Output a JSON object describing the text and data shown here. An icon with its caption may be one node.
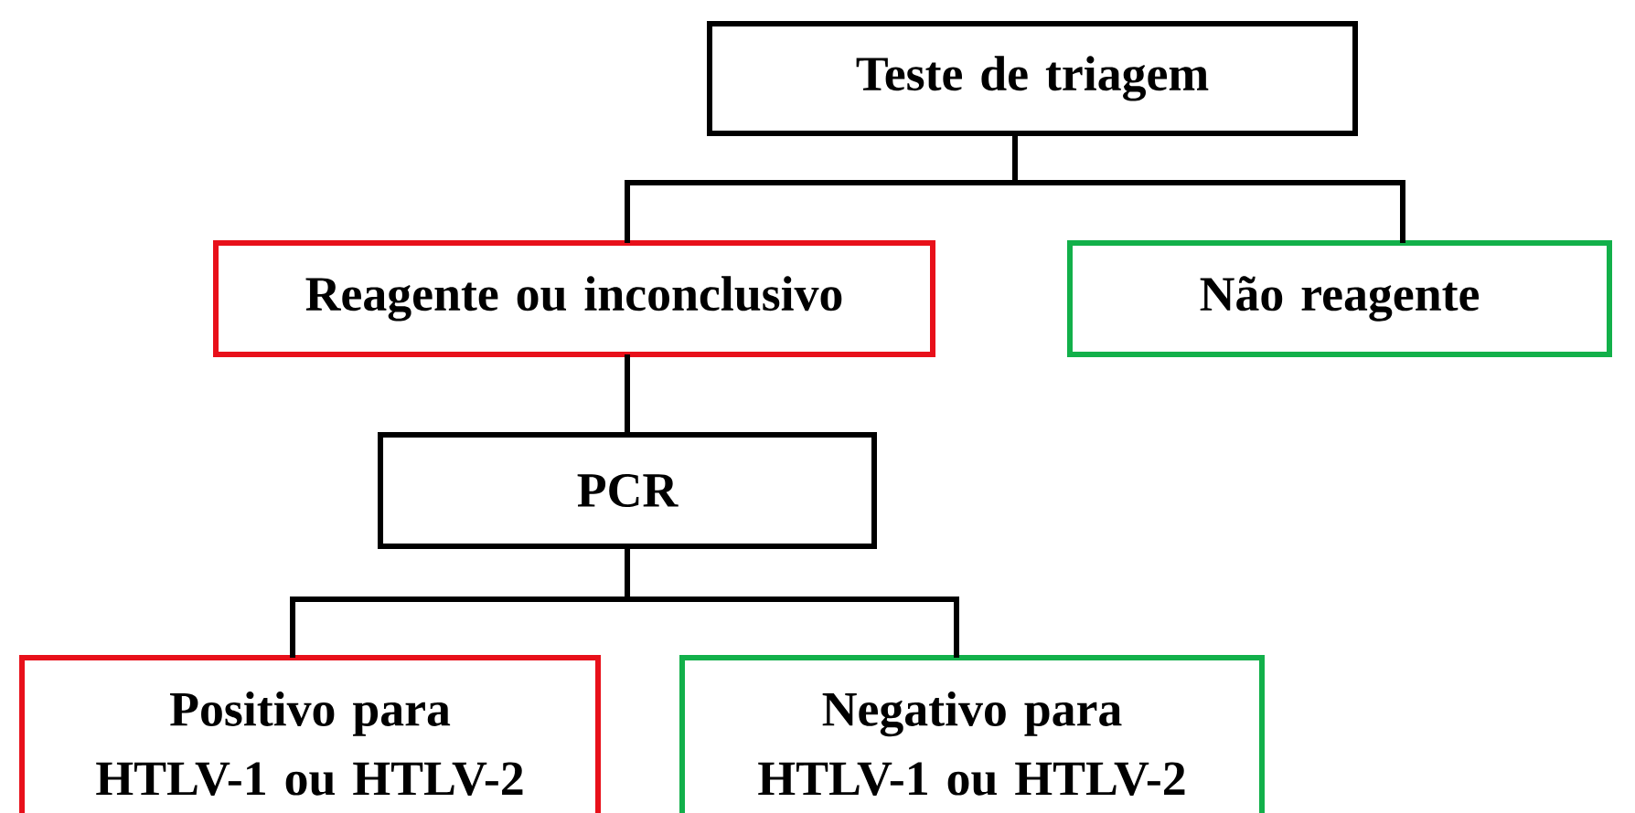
{
  "diagram": {
    "nodes": [
      {
        "text": [
          "Teste de triagem"
        ]
      },
      {
        "text": [
          "Reagente ou inconclusivo"
        ]
      },
      {
        "text": [
          "Não reagente"
        ]
      },
      {
        "text": [
          "PCR"
        ]
      },
      {
        "text": [
          "Positivo para HTLV-1 ou HTLV-2"
        ]
      },
      {
        "text": [
          "Negativo para HTLV-1 ou HTLV-2"
        ]
      }
    ],
    "edges": [
      {
        "from": 0,
        "to": 1,
        "arrow": "none"
      },
      {
        "from": 0,
        "to": 2,
        "arrow": "none"
      },
      {
        "from": 1,
        "to": 3,
        "arrow": "none"
      },
      {
        "from": 3,
        "to": 4,
        "arrow": "none"
      },
      {
        "from": 3,
        "to": 5,
        "arrow": "none"
      }
    ]
  }
}
